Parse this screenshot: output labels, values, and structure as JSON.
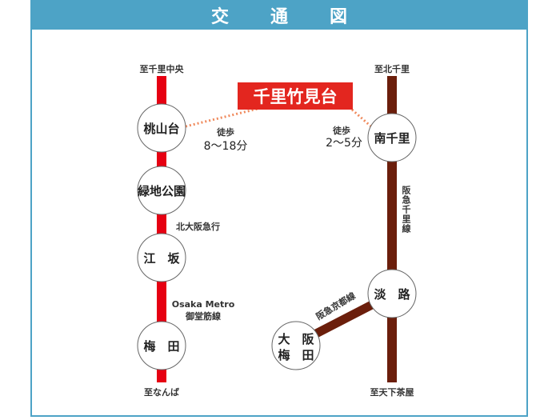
{
  "header": {
    "title_chars": [
      "交",
      "通",
      "図"
    ]
  },
  "colors": {
    "header": "#4da3c6",
    "midosuji": "#e60012",
    "hankyu": "#6b1e0b",
    "destination": "#e3261f",
    "walk_dots": "#f08a5d"
  },
  "destination": "千里竹見台",
  "walk_left": {
    "label": "徒歩",
    "time": "8〜18分"
  },
  "walk_right": {
    "label": "徒歩",
    "time": "2〜5分"
  },
  "left_line": {
    "top_terminus": "至千里中央",
    "bottom_terminus": "至なんば",
    "label1": "北大阪急行",
    "label2a": "Osaka Metro",
    "label2b": "御堂筋線",
    "stations": [
      "桃山台",
      "緑地公園",
      "江　坂",
      "梅　田"
    ]
  },
  "right_line": {
    "top_terminus": "至北千里",
    "bottom_terminus": "至天下茶屋",
    "line_name": "阪急千里線",
    "branch_name": "阪急京都線",
    "stations": [
      "南千里",
      "淡　路"
    ],
    "osaka_umeda": [
      "大　阪",
      "梅　田"
    ]
  }
}
